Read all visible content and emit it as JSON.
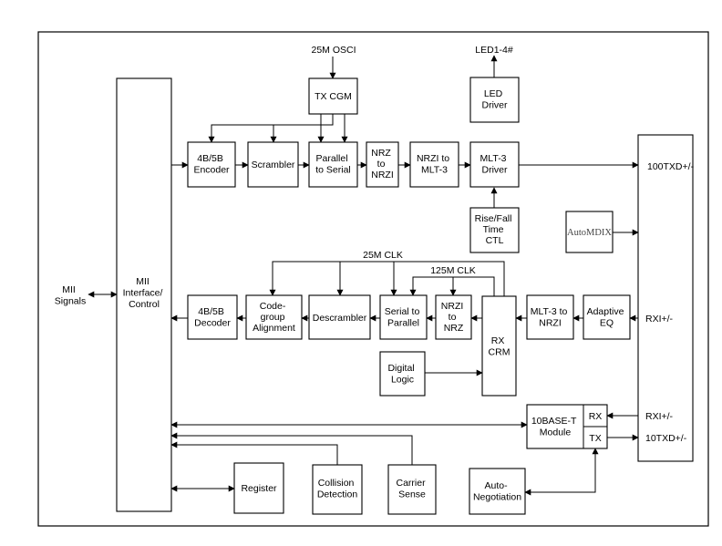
{
  "diagram": {
    "blocks": {
      "mii_interface": [
        "MII",
        "Interface/",
        "Control"
      ],
      "tx_cgm": [
        "TX CGM"
      ],
      "led_driver": [
        "LED",
        "Driver"
      ],
      "enc_4b5b": [
        "4B/5B",
        "Encoder"
      ],
      "scrambler": [
        "Scrambler"
      ],
      "par_to_ser": [
        "Parallel",
        "to Serial"
      ],
      "nrz_to_nrzi": [
        "NRZ",
        "to",
        "NRZI"
      ],
      "nrzi_to_mlt3": [
        "NRZI to",
        "MLT-3"
      ],
      "mlt3_driver": [
        "MLT-3",
        "Driver"
      ],
      "rise_fall": [
        "Rise/Fall",
        "Time",
        "CTL"
      ],
      "automdix": [
        "AutoMDIX"
      ],
      "dec_4b5b": [
        "4B/5B",
        "Decoder"
      ],
      "code_group": [
        "Code-",
        "group",
        "Alignment"
      ],
      "descrambler": [
        "Descrambler"
      ],
      "ser_to_par": [
        "Serial to",
        "Parallel"
      ],
      "nrzi_to_nrz": [
        "NRZI",
        "to",
        "NRZ"
      ],
      "rx_crm": [
        "RX",
        "CRM"
      ],
      "mlt3_to_nrzi": [
        "MLT-3 to",
        "NRZI"
      ],
      "adaptive_eq": [
        "Adaptive",
        "EQ"
      ],
      "digital_logic": [
        "Digital",
        "Logic"
      ],
      "tenbase_t": [
        "10BASE-T",
        "Module"
      ],
      "rx_port": [
        "RX"
      ],
      "tx_port": [
        "TX"
      ],
      "register": [
        "Register"
      ],
      "collision": [
        "Collision",
        "Detection"
      ],
      "carrier": [
        "Carrier",
        "Sense"
      ],
      "auto_neg": [
        "Auto-",
        "Negotiation"
      ]
    },
    "signals": {
      "osc": "25M OSCI",
      "led": "LED1-4#",
      "txd100": "100TXD+/-",
      "rxi_upper": "RXI+/-",
      "rxi_lower": "RXI+/-",
      "txd10": "10TXD+/-",
      "mii": [
        "MII",
        "Signals"
      ],
      "clk25": "25M CLK",
      "clk125": "125M CLK"
    }
  }
}
